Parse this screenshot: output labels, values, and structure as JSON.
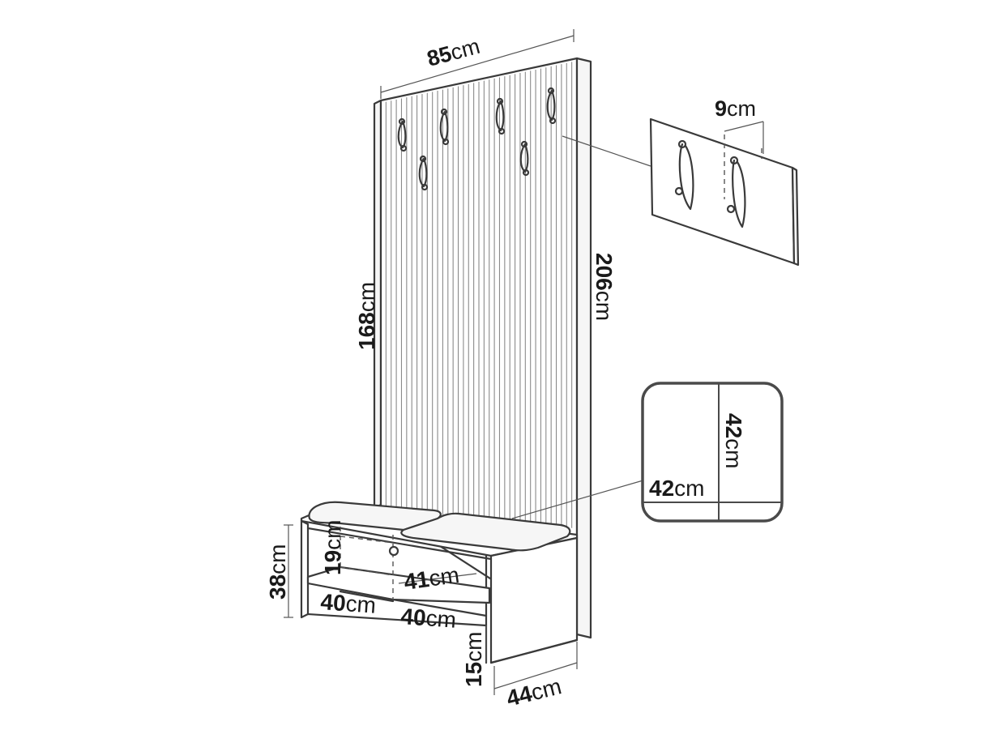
{
  "dimensions": {
    "panel_width": {
      "value": "85",
      "unit": "cm"
    },
    "hook_spacing": {
      "value": "9",
      "unit": "cm"
    },
    "panel_height": {
      "value": "168",
      "unit": "cm"
    },
    "total_height": {
      "value": "206",
      "unit": "cm"
    },
    "cushion_height": {
      "value": "42",
      "unit": "cm"
    },
    "cushion_width": {
      "value": "42",
      "unit": "cm"
    },
    "compartment_height": {
      "value": "19",
      "unit": "cm"
    },
    "bench_height": {
      "value": "38",
      "unit": "cm"
    },
    "compartment_width": {
      "value": "41",
      "unit": "cm"
    },
    "shelf_width_left": {
      "value": "40",
      "unit": "cm"
    },
    "shelf_width_right": {
      "value": "40",
      "unit": "cm"
    },
    "base_height": {
      "value": "15",
      "unit": "cm"
    },
    "depth": {
      "value": "44",
      "unit": "cm"
    }
  }
}
